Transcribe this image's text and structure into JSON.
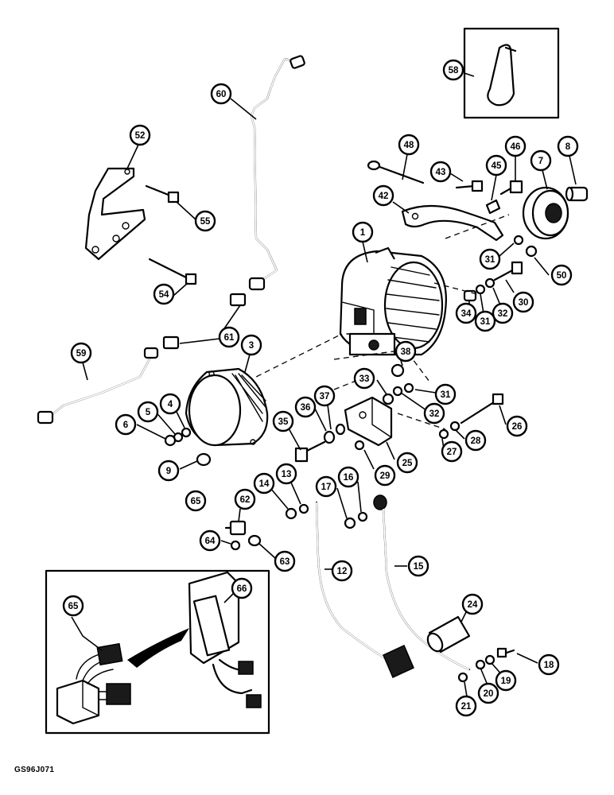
{
  "footer_code": "GS96J071",
  "callouts": [
    {
      "label": "58"
    },
    {
      "label": "60"
    },
    {
      "label": "52"
    },
    {
      "label": "55"
    },
    {
      "label": "54"
    },
    {
      "label": "48"
    },
    {
      "label": "43"
    },
    {
      "label": "45"
    },
    {
      "label": "46"
    },
    {
      "label": "7"
    },
    {
      "label": "8"
    },
    {
      "label": "42"
    },
    {
      "label": "1"
    },
    {
      "label": "31"
    },
    {
      "label": "50"
    },
    {
      "label": "30"
    },
    {
      "label": "32"
    },
    {
      "label": "31"
    },
    {
      "label": "34"
    },
    {
      "label": "61"
    },
    {
      "label": "59"
    },
    {
      "label": "3"
    },
    {
      "label": "38"
    },
    {
      "label": "33"
    },
    {
      "label": "31"
    },
    {
      "label": "32"
    },
    {
      "label": "37"
    },
    {
      "label": "36"
    },
    {
      "label": "35"
    },
    {
      "label": "26"
    },
    {
      "label": "28"
    },
    {
      "label": "27"
    },
    {
      "label": "25"
    },
    {
      "label": "29"
    },
    {
      "label": "4"
    },
    {
      "label": "5"
    },
    {
      "label": "6"
    },
    {
      "label": "9"
    },
    {
      "label": "65"
    },
    {
      "label": "62"
    },
    {
      "label": "14"
    },
    {
      "label": "13"
    },
    {
      "label": "17"
    },
    {
      "label": "16"
    },
    {
      "label": "64"
    },
    {
      "label": "63"
    },
    {
      "label": "12"
    },
    {
      "label": "15"
    },
    {
      "label": "24"
    },
    {
      "label": "18"
    },
    {
      "label": "19"
    },
    {
      "label": "20"
    },
    {
      "label": "21"
    },
    {
      "label": "65"
    },
    {
      "label": "66"
    }
  ]
}
